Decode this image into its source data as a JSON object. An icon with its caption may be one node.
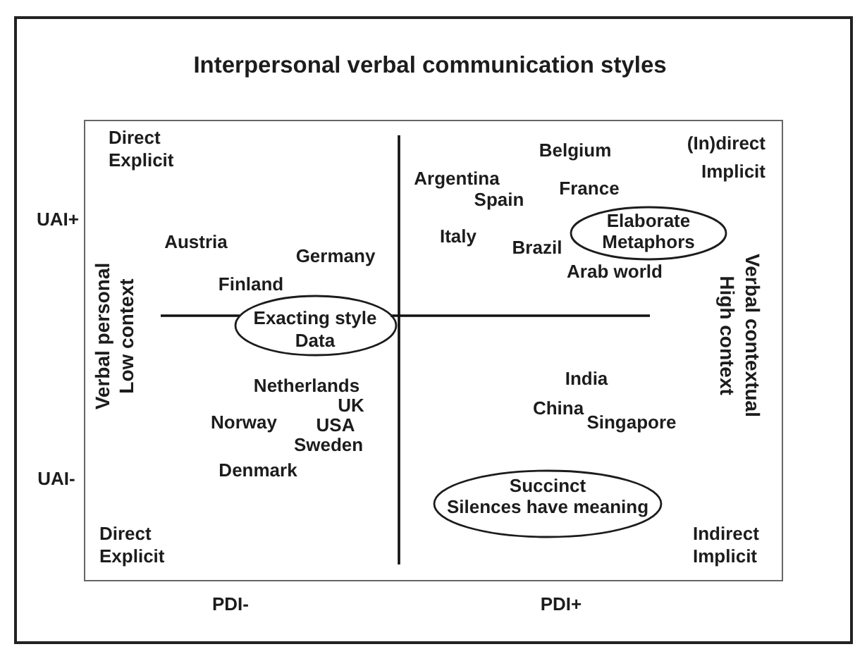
{
  "diagram": {
    "title": "Interpersonal verbal communication styles",
    "nodes": [
      {
        "text": [
          "Elaborate",
          "Metaphors"
        ]
      },
      {
        "text": [
          "Exacting style",
          "Data"
        ]
      },
      {
        "text": [
          "Succinct",
          "Silences have meaning"
        ]
      }
    ],
    "labels": [
      "Direct Explicit",
      "(In)direct Implicit",
      "Belgium",
      "Argentina",
      "France",
      "Spain",
      "UAI+",
      "Austria",
      "Italy",
      "Brazil",
      "Germany",
      "Arab world",
      "Finland",
      "Verbal personal Low context",
      "Verbal contextual High context",
      "Netherlands",
      "India",
      "UK",
      "China",
      "Norway",
      "USA",
      "Singapore",
      "Sweden",
      "Denmark",
      "UAI-",
      "Direct Explicit",
      "Indirect Implicit",
      "PDI-",
      "PDI+"
    ]
  }
}
